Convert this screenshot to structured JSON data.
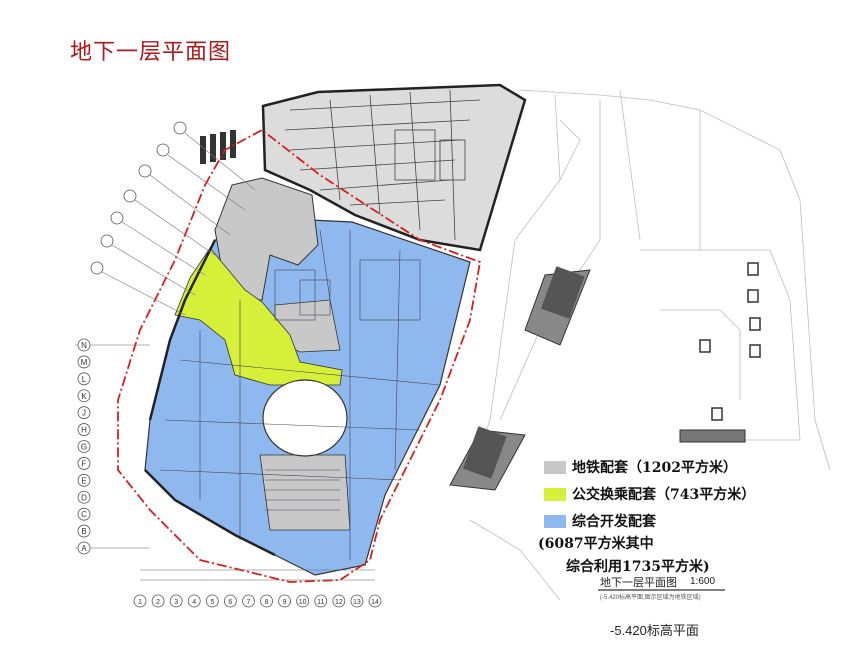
{
  "title": "地下一层平面图",
  "legend": [
    {
      "label": "地铁配套（1202平方米）",
      "color": "#c8c8c8"
    },
    {
      "label": "公交换乘配套（743平方米）",
      "color": "#d6f03a"
    },
    {
      "label": "综合开发配套",
      "color": "#8fb8ee"
    }
  ],
  "legend_extra": [
    "(6087平方米其中",
    "综合利用1735平方米)"
  ],
  "drawing_caption": {
    "name": "地下一层平面图",
    "scale": "1:600",
    "note": "(-5.420标高平面,图示区域为地铁区域)"
  },
  "elevation_label": "-5.420标高平面",
  "grid_rows": [
    "A",
    "B",
    "C",
    "D",
    "E",
    "F",
    "G",
    "H",
    "J",
    "K",
    "L",
    "M",
    "N"
  ],
  "grid_cols": [
    "1",
    "2",
    "3",
    "4",
    "5",
    "6",
    "7",
    "8",
    "9",
    "10",
    "11",
    "12",
    "13",
    "14"
  ],
  "colors": {
    "red_line": "#d42020",
    "blue": "#8fb8ee",
    "yellow": "#d6f03a",
    "grey": "#c8c8c8",
    "dark": "#222222"
  }
}
